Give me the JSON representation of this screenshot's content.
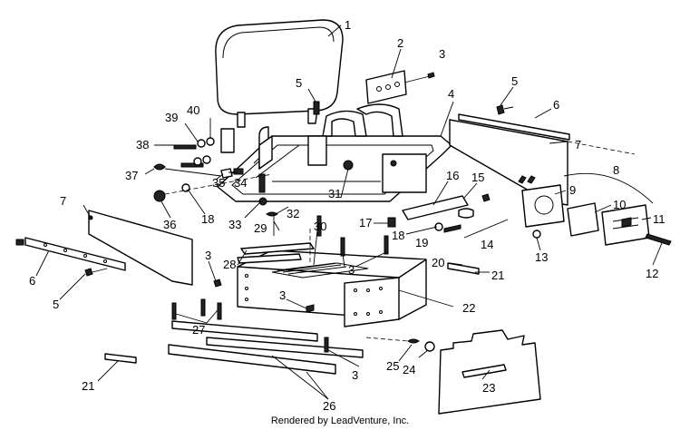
{
  "diagram": {
    "callouts": [
      {
        "key": "c1",
        "label": "1"
      },
      {
        "key": "c2",
        "label": "2"
      },
      {
        "key": "c3a",
        "label": "3"
      },
      {
        "key": "c4",
        "label": "4"
      },
      {
        "key": "c5a",
        "label": "5"
      },
      {
        "key": "c5b",
        "label": "5"
      },
      {
        "key": "c6a",
        "label": "6"
      },
      {
        "key": "c7a",
        "label": "7"
      },
      {
        "key": "c8",
        "label": "8"
      },
      {
        "key": "c9",
        "label": "9"
      },
      {
        "key": "c10",
        "label": "10"
      },
      {
        "key": "c11",
        "label": "11"
      },
      {
        "key": "c12",
        "label": "12"
      },
      {
        "key": "c13",
        "label": "13"
      },
      {
        "key": "c14",
        "label": "14"
      },
      {
        "key": "c15",
        "label": "15"
      },
      {
        "key": "c16",
        "label": "16"
      },
      {
        "key": "c17",
        "label": "17"
      },
      {
        "key": "c18a",
        "label": "18"
      },
      {
        "key": "c19",
        "label": "19"
      },
      {
        "key": "c20",
        "label": "20"
      },
      {
        "key": "c21a",
        "label": "21"
      },
      {
        "key": "c22",
        "label": "22"
      },
      {
        "key": "c23",
        "label": "23"
      },
      {
        "key": "c24",
        "label": "24"
      },
      {
        "key": "c25",
        "label": "25"
      },
      {
        "key": "c26",
        "label": "26"
      },
      {
        "key": "c27",
        "label": "27"
      },
      {
        "key": "c28",
        "label": "28"
      },
      {
        "key": "c29",
        "label": "29"
      },
      {
        "key": "c30",
        "label": "30"
      },
      {
        "key": "c31",
        "label": "31"
      },
      {
        "key": "c32",
        "label": "32"
      },
      {
        "key": "c33",
        "label": "33"
      },
      {
        "key": "c34",
        "label": "34"
      },
      {
        "key": "c35",
        "label": "35"
      },
      {
        "key": "c36",
        "label": "36"
      },
      {
        "key": "c37",
        "label": "37"
      },
      {
        "key": "c38",
        "label": "38"
      },
      {
        "key": "c39",
        "label": "39"
      },
      {
        "key": "c40",
        "label": "40"
      },
      {
        "key": "c18b",
        "label": "18"
      },
      {
        "key": "c7b",
        "label": "7"
      },
      {
        "key": "c6b",
        "label": "6"
      },
      {
        "key": "c5c",
        "label": "5"
      },
      {
        "key": "c3b",
        "label": "3"
      },
      {
        "key": "c3c",
        "label": "3"
      },
      {
        "key": "c3d",
        "label": "3"
      },
      {
        "key": "c3e",
        "label": "3"
      },
      {
        "key": "c21b",
        "label": "21"
      }
    ]
  },
  "footer": {
    "credit": "Rendered by LeadVenture, Inc."
  }
}
